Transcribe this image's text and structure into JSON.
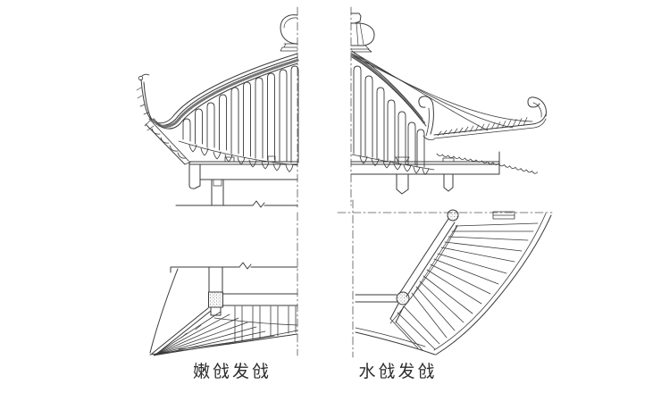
{
  "page": {
    "background_color": "#ffffff",
    "line_color": "#3a3a3a",
    "centerline_color": "#555555"
  },
  "figure": {
    "type": "architectural-line-drawing",
    "subject": "Chinese upturned eave corner construction, elevation and plan",
    "panels": [
      {
        "id": "left",
        "caption": "嫩戗发戗",
        "views": [
          "corner elevation",
          "corner plan"
        ]
      },
      {
        "id": "right",
        "caption": "水戗发戗",
        "views": [
          "corner elevation",
          "corner plan"
        ]
      }
    ]
  }
}
